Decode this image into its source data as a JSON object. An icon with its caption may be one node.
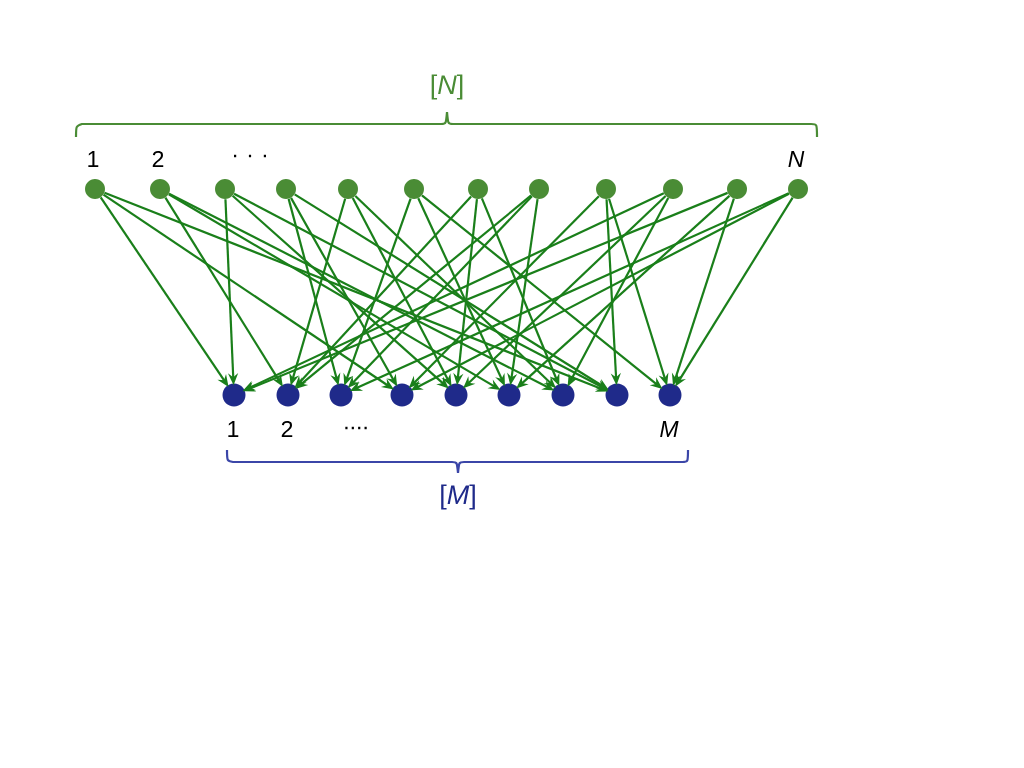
{
  "diagram": {
    "nodes": [
      {
        "text": [],
        "shape": "circle",
        "beside": [
          "1"
        ]
      },
      {
        "text": [],
        "shape": "circle",
        "beside": [
          "2"
        ]
      },
      {
        "text": [],
        "shape": "circle"
      },
      {
        "text": [],
        "shape": "circle"
      },
      {
        "text": [],
        "shape": "circle"
      },
      {
        "text": [],
        "shape": "circle"
      },
      {
        "text": [],
        "shape": "circle"
      },
      {
        "text": [],
        "shape": "circle"
      },
      {
        "text": [],
        "shape": "circle"
      },
      {
        "text": [],
        "shape": "circle"
      },
      {
        "text": [],
        "shape": "circle"
      },
      {
        "text": [],
        "shape": "circle",
        "beside": [
          "N"
        ]
      },
      {
        "text": [],
        "shape": "circle",
        "beside": [
          "1"
        ]
      },
      {
        "text": [],
        "shape": "circle",
        "beside": [
          "2"
        ]
      },
      {
        "text": [],
        "shape": "circle"
      },
      {
        "text": [],
        "shape": "circle"
      },
      {
        "text": [],
        "shape": "circle"
      },
      {
        "text": [],
        "shape": "circle"
      },
      {
        "text": [],
        "shape": "circle"
      },
      {
        "text": [],
        "shape": "circle"
      },
      {
        "text": [],
        "shape": "circle",
        "beside": [
          "M"
        ]
      }
    ],
    "edges": [
      {
        "from": 0,
        "to": 12,
        "arrow": "to"
      },
      {
        "from": 0,
        "to": 15,
        "arrow": "to"
      },
      {
        "from": 0,
        "to": 19,
        "arrow": "to"
      },
      {
        "from": 1,
        "to": 13,
        "arrow": "to"
      },
      {
        "from": 1,
        "to": 17,
        "arrow": "to"
      },
      {
        "from": 1,
        "to": 18,
        "arrow": "to"
      },
      {
        "from": 2,
        "to": 12,
        "arrow": "to"
      },
      {
        "from": 2,
        "to": 16,
        "arrow": "to"
      },
      {
        "from": 2,
        "to": 19,
        "arrow": "to"
      },
      {
        "from": 3,
        "to": 14,
        "arrow": "to"
      },
      {
        "from": 3,
        "to": 15,
        "arrow": "to"
      },
      {
        "from": 3,
        "to": 19,
        "arrow": "to"
      },
      {
        "from": 4,
        "to": 13,
        "arrow": "to"
      },
      {
        "from": 4,
        "to": 16,
        "arrow": "to"
      },
      {
        "from": 4,
        "to": 18,
        "arrow": "to"
      },
      {
        "from": 5,
        "to": 14,
        "arrow": "to"
      },
      {
        "from": 5,
        "to": 17,
        "arrow": "to"
      },
      {
        "from": 5,
        "to": 20,
        "arrow": "to"
      },
      {
        "from": 6,
        "to": 13,
        "arrow": "to"
      },
      {
        "from": 6,
        "to": 16,
        "arrow": "to"
      },
      {
        "from": 6,
        "to": 18,
        "arrow": "to"
      },
      {
        "from": 7,
        "to": 13,
        "arrow": "to"
      },
      {
        "from": 7,
        "to": 14,
        "arrow": "to"
      },
      {
        "from": 7,
        "to": 17,
        "arrow": "to"
      },
      {
        "from": 8,
        "to": 15,
        "arrow": "to"
      },
      {
        "from": 8,
        "to": 19,
        "arrow": "to"
      },
      {
        "from": 8,
        "to": 20,
        "arrow": "to"
      },
      {
        "from": 9,
        "to": 12,
        "arrow": "to"
      },
      {
        "from": 9,
        "to": 16,
        "arrow": "to"
      },
      {
        "from": 9,
        "to": 18,
        "arrow": "to"
      },
      {
        "from": 10,
        "to": 12,
        "arrow": "to"
      },
      {
        "from": 10,
        "to": 17,
        "arrow": "to"
      },
      {
        "from": 10,
        "to": 20,
        "arrow": "to"
      },
      {
        "from": 11,
        "to": 14,
        "arrow": "to"
      },
      {
        "from": 11,
        "to": 15,
        "arrow": "to"
      },
      {
        "from": 11,
        "to": 20,
        "arrow": "to"
      }
    ],
    "labels": [
      "[*N*]",
      ". . .",
      "....",
      "[*M*]"
    ]
  }
}
